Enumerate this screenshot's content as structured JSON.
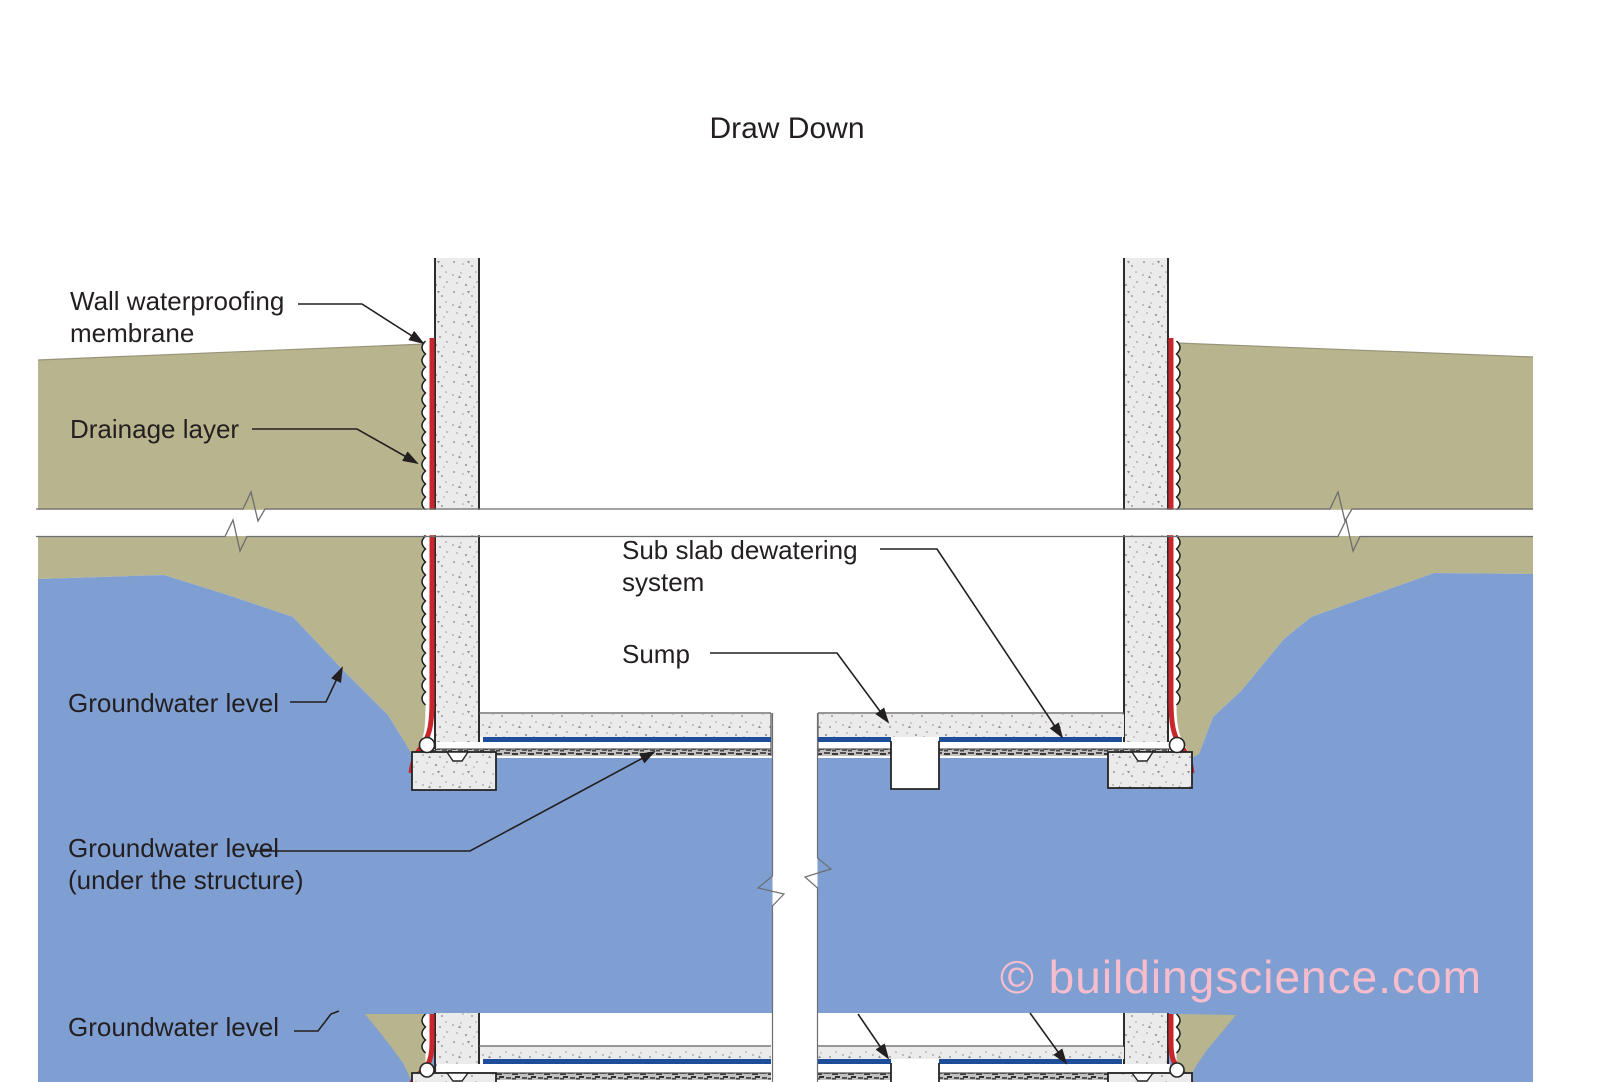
{
  "title": "Draw Down",
  "watermark": "© buildingscience.com",
  "labels": {
    "wall_membrane": "Wall waterproofing membrane",
    "drainage_layer": "Drainage layer",
    "groundwater_left": "Groundwater level",
    "groundwater_under": "Groundwater level (under the structure)",
    "sub_slab": "Sub slab dewatering system",
    "sump": "Sump",
    "groundwater_bottom": "Groundwater level"
  },
  "colors": {
    "soil": "#b8b48d",
    "groundwater": "#7f9fd2",
    "wall_waterproofing_membrane": "#c9262c",
    "under_slab_membrane": "#1e4d99",
    "concrete": "#ebebeb",
    "watermark_pink": "#f7bdcc",
    "text": "#231f20"
  }
}
